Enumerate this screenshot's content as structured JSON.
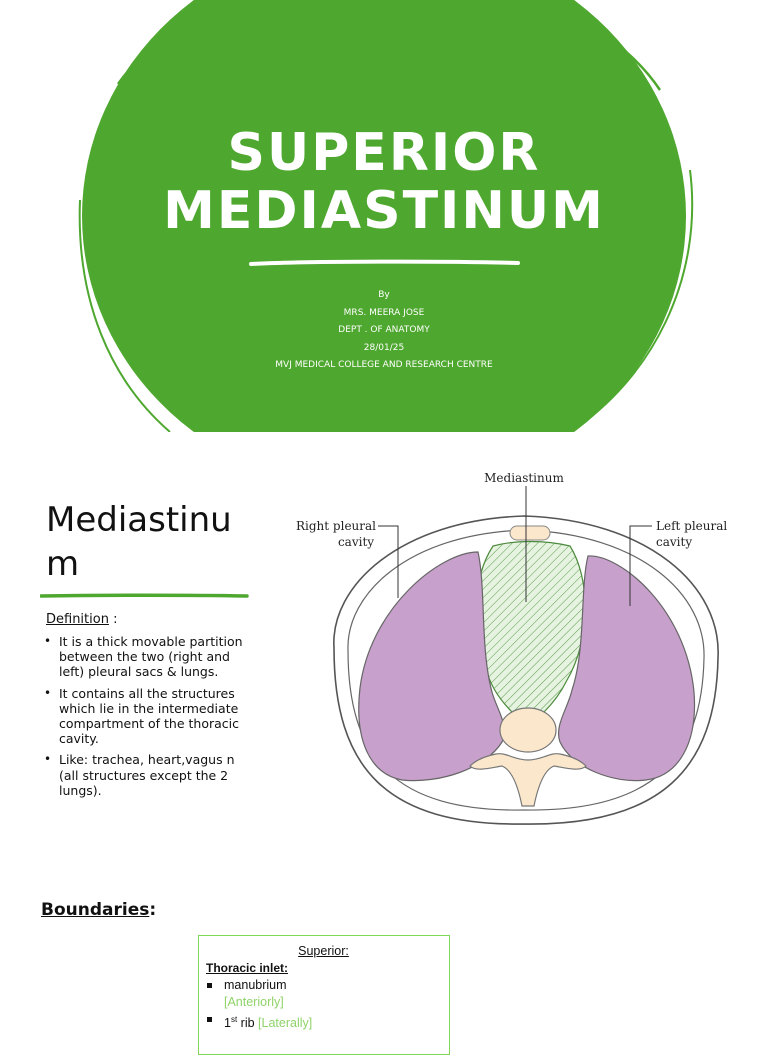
{
  "slide1": {
    "title_line1": "SUPERIOR",
    "title_line2": "MEDIASTINUM",
    "credits": {
      "by": "By",
      "author": "MRS. MEERA JOSE",
      "dept": "DEPT . OF ANATOMY",
      "date": "28/01/25",
      "institution": "MVJ MEDICAL COLLEGE AND RESEARCH CENTRE"
    },
    "colors": {
      "circle": "#4ea72e",
      "text": "#ffffff"
    }
  },
  "slide2": {
    "heading": "Mediastinum",
    "definition_label": "Definition",
    "definition_suffix": " :",
    "bullets": [
      "It is a thick movable partition between the two (right and left) pleural sacs & lungs.",
      "It contains all the structures which lie in the intermediate compartment of the thoracic cavity.",
      "Like: trachea, heart,vagus n (all structures except the 2 lungs)."
    ],
    "bullet_glyph": "•",
    "diagram": {
      "label_top": "Mediastinum",
      "label_right_line1": "Right pleural",
      "label_right_line2": "cavity",
      "label_left_line1": "Left pleural",
      "label_left_line2": "cavity",
      "colors": {
        "lung": "#c8a0cc",
        "mediastinum": "#e6f3e0",
        "hatch": "#5a9a4a",
        "bone": "#fbe7cc"
      }
    },
    "accent": "#4ea72e"
  },
  "slide3": {
    "heading": "Boundaries",
    "heading_suffix": ":",
    "box": {
      "superior": "Superior:",
      "inlet": "Thoracic inlet:",
      "item1": "manubrium",
      "item1_note": "[Anteriorly]",
      "item2_num": "1",
      "item2_sup": "st",
      "item2_rest": " rib",
      "item2_note": " [Laterally]"
    },
    "colors": {
      "border": "#7ed957",
      "note": "#8fd36a"
    }
  }
}
